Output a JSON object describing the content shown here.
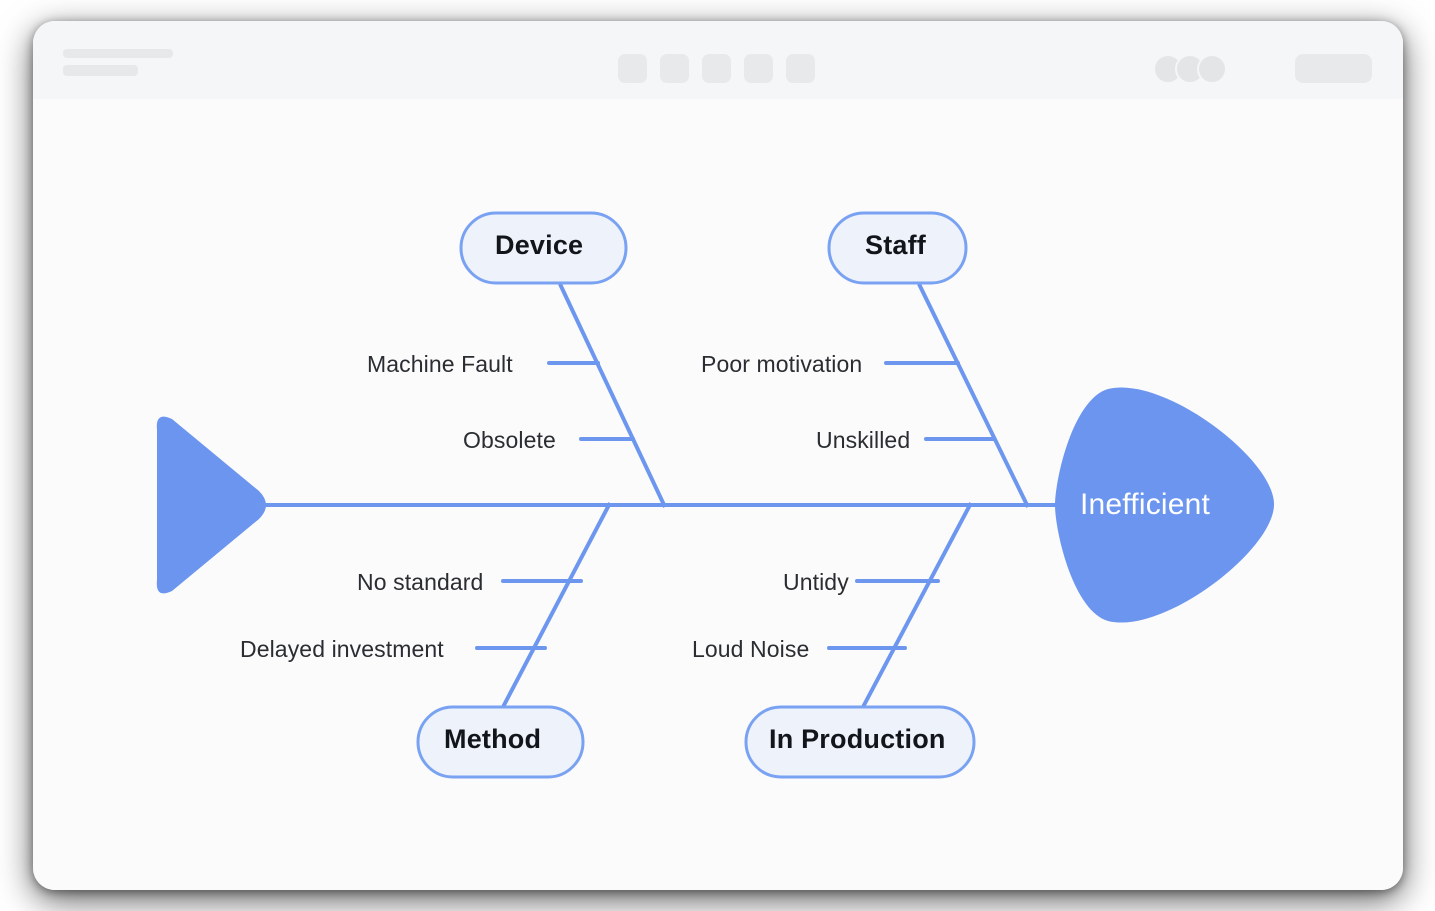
{
  "window": {
    "titlebar": {
      "placeholder_bars": [
        "title-bar-placeholder",
        "subtitle-bar-placeholder"
      ],
      "tool_chips": [
        "tool-chip-1",
        "tool-chip-2",
        "tool-chip-3",
        "tool-chip-4",
        "tool-chip-5"
      ],
      "avatars": [
        "avatar-1",
        "avatar-2",
        "avatar-3"
      ],
      "cta_placeholder": "share-button-placeholder"
    }
  },
  "diagram": {
    "type": "fishbone-ishikawa",
    "effect": {
      "label": "Inefficient",
      "shape": "fish-head",
      "color": "#6b95ef",
      "text_color": "#ffffff"
    },
    "tail": {
      "shape": "fish-tail",
      "color": "#6b95ef"
    },
    "spine": {
      "color": "#6d97ef",
      "width": 4
    },
    "categories": [
      {
        "id": "device",
        "label": "Device",
        "position": "top-left",
        "causes": [
          "Machine Fault",
          "Obsolete"
        ]
      },
      {
        "id": "staff",
        "label": "Staff",
        "position": "top-right",
        "causes": [
          "Poor motivation",
          "Unskilled"
        ]
      },
      {
        "id": "method",
        "label": "Method",
        "position": "bottom-left",
        "causes": [
          "No standard",
          "Delayed investment"
        ]
      },
      {
        "id": "in-production",
        "label": "In Production",
        "position": "bottom-right",
        "causes": [
          "Untidy",
          "Loud Noise"
        ]
      }
    ],
    "colors": {
      "bone": "#6d97ef",
      "pill_fill": "#eef2fa",
      "pill_border": "#7aa2f2",
      "accent": "#6b95ef",
      "canvas_bg": "#fbfbfc",
      "titlebar_bg": "#f5f6f7",
      "label_text": "#2a2d31"
    }
  }
}
